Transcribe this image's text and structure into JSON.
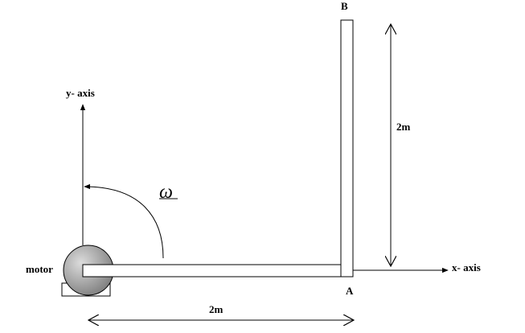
{
  "labels": {
    "y_axis": "y- axis",
    "x_axis": "x- axis",
    "point_a": "A",
    "point_b": "B",
    "motor": "motor",
    "length_ab": "2m",
    "length_oa": "2m",
    "angular_velocity": "ω"
  },
  "colors": {
    "line": "#000000",
    "motor_light": "#dcdcdc",
    "motor_dark": "#7a7a7a"
  },
  "icons": {
    "motor": "motor-icon"
  }
}
